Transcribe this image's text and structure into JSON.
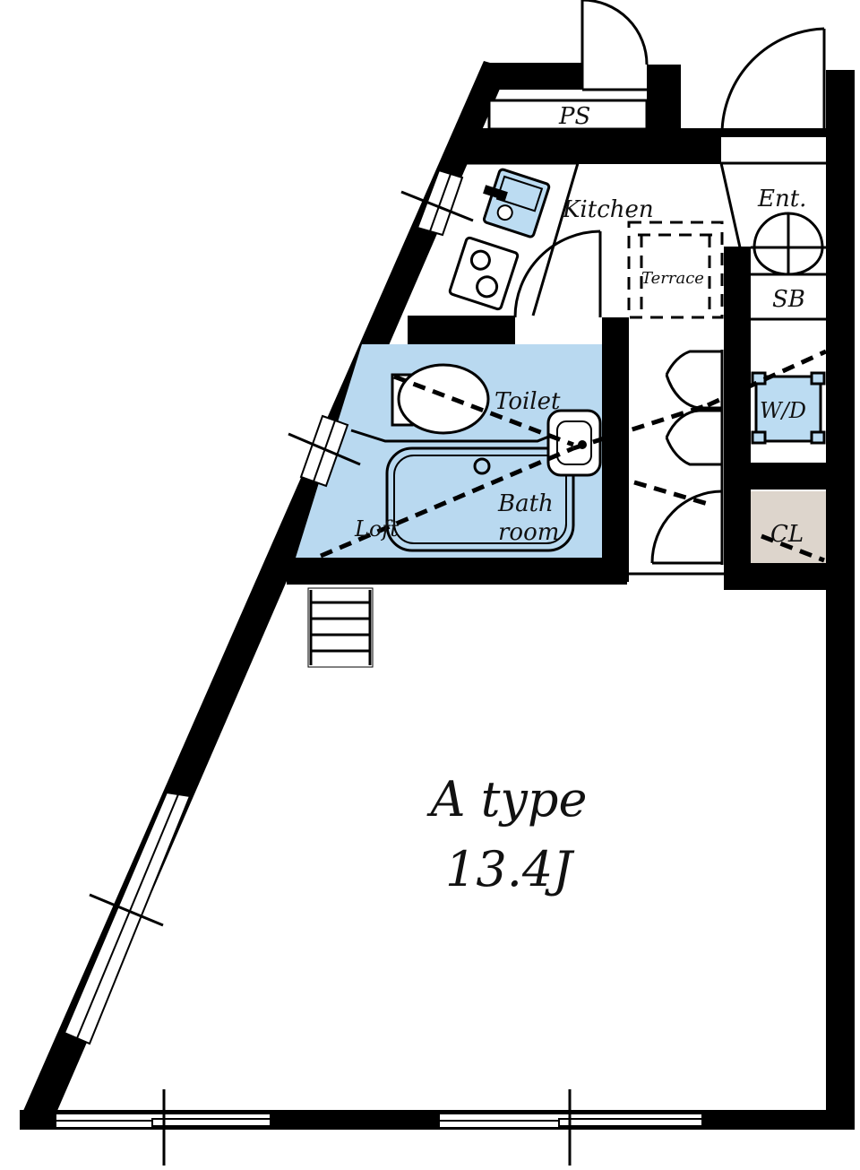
{
  "plan": {
    "unit_type": "A type",
    "unit_size": "13.4J",
    "rooms": {
      "ps": "PS",
      "kitchen": "Kitchen",
      "entrance": "Ent.",
      "terrace": "Terrace",
      "shoe_box": "SB",
      "toilet": "Toilet",
      "washer_dryer": "W/D",
      "bath_line1": "Bath",
      "bath_line2": "room",
      "loft": "Loft",
      "closet": "CL"
    },
    "colors": {
      "wall": "#000000",
      "wet_area": "#b9d9f0",
      "appliance": "#bcdcf2",
      "closet": "#ddd5cc"
    }
  }
}
